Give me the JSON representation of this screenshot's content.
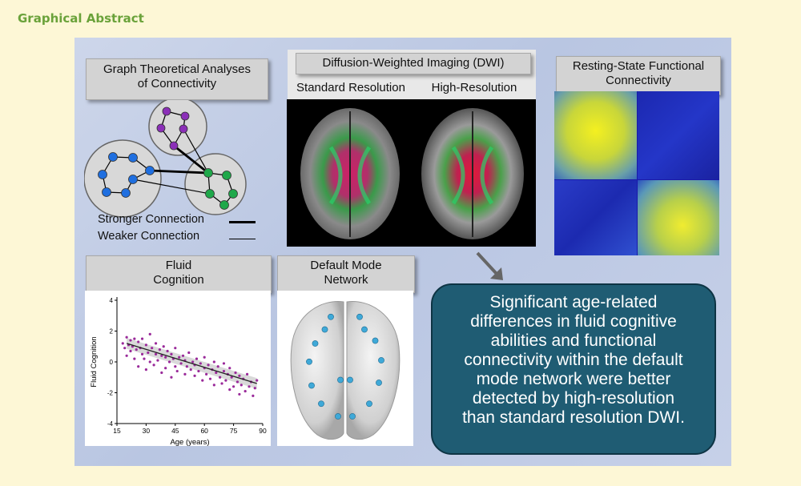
{
  "header": {
    "title": "Graphical Abstract"
  },
  "graph_panel": {
    "title_line1": "Graph Theoretical Analyses",
    "title_line2": "of Connectivity",
    "legend_strong": "Stronger Connection",
    "legend_weak": "Weaker Connection",
    "colors": {
      "purple": "#8b2fb8",
      "blue": "#1f6fe0",
      "green": "#1fa84a"
    }
  },
  "dwi_panel": {
    "title": "Diffusion-Weighted Imaging (DWI)",
    "label_standard": "Standard Resolution",
    "label_high": "High-Resolution"
  },
  "rsfc_panel": {
    "title_line1": "Resting-State Functional",
    "title_line2": "Connectivity"
  },
  "fluid_panel": {
    "title_line1": "Fluid",
    "title_line2": "Cognition"
  },
  "dmn_panel": {
    "title_line1": "Default Mode",
    "title_line2": "Network"
  },
  "callout": {
    "lines": [
      "Significant age-related",
      "differences in fluid cognitive",
      "abilities and functional",
      "connectivity within the default",
      "mode network were better",
      "detected by high-resolution",
      "than standard resolution DWI."
    ]
  },
  "chart_data": {
    "type": "scatter",
    "xlabel": "Age (years)",
    "ylabel": "Fluid Cognition",
    "xlim": [
      15,
      90
    ],
    "ylim": [
      -4,
      4
    ],
    "xticks": [
      15,
      30,
      45,
      60,
      75,
      90
    ],
    "yticks": [
      4,
      2,
      0,
      -2,
      -4
    ],
    "regression": {
      "x": [
        20,
        87
      ],
      "y": [
        1.2,
        -1.4
      ]
    },
    "points": [
      [
        18,
        1.2
      ],
      [
        19,
        0.9
      ],
      [
        20,
        1.6
      ],
      [
        20,
        0.4
      ],
      [
        21,
        1.1
      ],
      [
        22,
        1.4
      ],
      [
        22,
        0.7
      ],
      [
        23,
        1.0
      ],
      [
        24,
        1.5
      ],
      [
        24,
        0.2
      ],
      [
        25,
        0.8
      ],
      [
        26,
        1.3
      ],
      [
        26,
        -0.3
      ],
      [
        27,
        0.9
      ],
      [
        28,
        1.5
      ],
      [
        28,
        0.5
      ],
      [
        29,
        0.2
      ],
      [
        30,
        1.1
      ],
      [
        30,
        -0.5
      ],
      [
        31,
        0.6
      ],
      [
        32,
        1.8
      ],
      [
        32,
        0.0
      ],
      [
        33,
        0.9
      ],
      [
        34,
        -0.2
      ],
      [
        35,
        0.5
      ],
      [
        35,
        1.2
      ],
      [
        36,
        0.1
      ],
      [
        37,
        0.8
      ],
      [
        38,
        -0.7
      ],
      [
        38,
        0.4
      ],
      [
        39,
        1.0
      ],
      [
        40,
        0.3
      ],
      [
        40,
        -0.4
      ],
      [
        41,
        0.7
      ],
      [
        42,
        0.0
      ],
      [
        43,
        -1.0
      ],
      [
        43,
        0.5
      ],
      [
        44,
        0.2
      ],
      [
        45,
        -0.3
      ],
      [
        45,
        0.9
      ],
      [
        46,
        -0.6
      ],
      [
        47,
        0.3
      ],
      [
        48,
        -0.1
      ],
      [
        49,
        0.4
      ],
      [
        50,
        -0.8
      ],
      [
        50,
        0.1
      ],
      [
        51,
        -0.3
      ],
      [
        52,
        0.6
      ],
      [
        53,
        -0.5
      ],
      [
        54,
        0.0
      ],
      [
        55,
        -0.9
      ],
      [
        55,
        -0.2
      ],
      [
        56,
        0.2
      ],
      [
        57,
        -0.6
      ],
      [
        58,
        -0.1
      ],
      [
        59,
        -1.2
      ],
      [
        60,
        -0.4
      ],
      [
        60,
        0.3
      ],
      [
        61,
        -0.8
      ],
      [
        62,
        -0.2
      ],
      [
        63,
        -1.1
      ],
      [
        64,
        -0.5
      ],
      [
        65,
        0.0
      ],
      [
        65,
        -1.5
      ],
      [
        66,
        -0.7
      ],
      [
        67,
        -0.3
      ],
      [
        68,
        -1.0
      ],
      [
        69,
        -1.4
      ],
      [
        70,
        -0.6
      ],
      [
        70,
        -0.1
      ],
      [
        71,
        -1.2
      ],
      [
        72,
        -0.8
      ],
      [
        73,
        -1.8
      ],
      [
        73,
        -0.4
      ],
      [
        74,
        -1.0
      ],
      [
        75,
        -1.6
      ],
      [
        76,
        -0.7
      ],
      [
        77,
        -1.3
      ],
      [
        78,
        -2.1
      ],
      [
        78,
        -0.9
      ],
      [
        79,
        -1.5
      ],
      [
        80,
        -1.1
      ],
      [
        81,
        -1.9
      ],
      [
        82,
        -0.8
      ],
      [
        83,
        -1.6
      ],
      [
        84,
        -1.3
      ],
      [
        85,
        -2.2
      ],
      [
        86,
        -1.7
      ],
      [
        87,
        -1.2
      ]
    ]
  },
  "dmn_nodes": [
    [
      0.33,
      0.22
    ],
    [
      0.66,
      0.22
    ],
    [
      0.25,
      0.32
    ],
    [
      0.75,
      0.3
    ],
    [
      0.2,
      0.45
    ],
    [
      0.8,
      0.44
    ],
    [
      0.22,
      0.62
    ],
    [
      0.78,
      0.6
    ],
    [
      0.3,
      0.75
    ],
    [
      0.7,
      0.75
    ],
    [
      0.46,
      0.58
    ],
    [
      0.54,
      0.58
    ],
    [
      0.44,
      0.84
    ],
    [
      0.56,
      0.84
    ],
    [
      0.38,
      0.13
    ],
    [
      0.62,
      0.13
    ]
  ]
}
